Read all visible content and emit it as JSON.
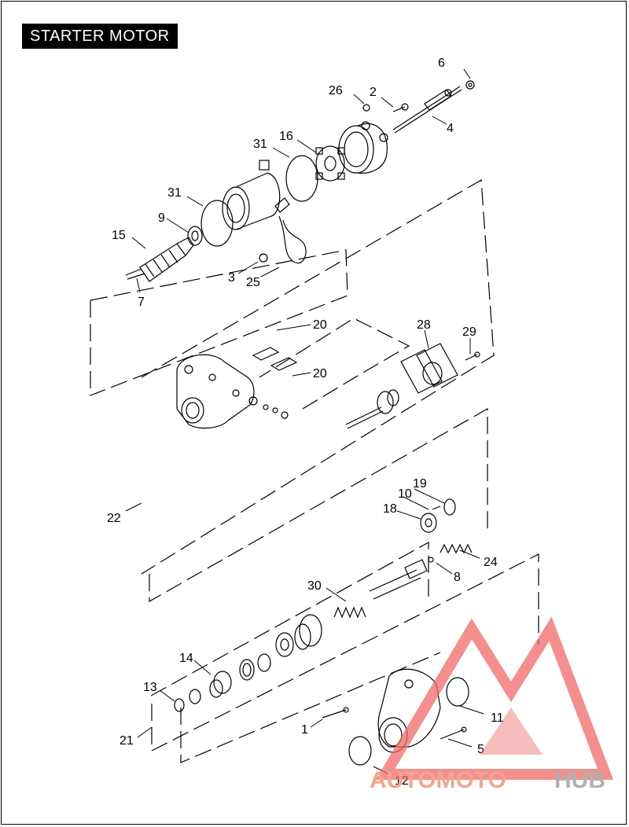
{
  "title": "STARTER MOTOR",
  "callouts": [
    {
      "id": "c6",
      "label": "6"
    },
    {
      "id": "c26",
      "label": "26"
    },
    {
      "id": "c2",
      "label": "2"
    },
    {
      "id": "c4",
      "label": "4"
    },
    {
      "id": "c31a",
      "label": "31"
    },
    {
      "id": "c16",
      "label": "16"
    },
    {
      "id": "c31b",
      "label": "31"
    },
    {
      "id": "c9",
      "label": "9"
    },
    {
      "id": "c15",
      "label": "15"
    },
    {
      "id": "c3",
      "label": "3"
    },
    {
      "id": "c25",
      "label": "25"
    },
    {
      "id": "c7",
      "label": "7"
    },
    {
      "id": "c20a",
      "label": "20"
    },
    {
      "id": "c28",
      "label": "28"
    },
    {
      "id": "c29",
      "label": "29"
    },
    {
      "id": "c20b",
      "label": "20"
    },
    {
      "id": "c22",
      "label": "22"
    },
    {
      "id": "c19",
      "label": "19"
    },
    {
      "id": "c10",
      "label": "10"
    },
    {
      "id": "c18",
      "label": "18"
    },
    {
      "id": "c24",
      "label": "24"
    },
    {
      "id": "c8",
      "label": "8"
    },
    {
      "id": "c30",
      "label": "30"
    },
    {
      "id": "c14",
      "label": "14"
    },
    {
      "id": "c13",
      "label": "13"
    },
    {
      "id": "c11",
      "label": "11"
    },
    {
      "id": "c1",
      "label": "1"
    },
    {
      "id": "c5",
      "label": "5"
    },
    {
      "id": "c21",
      "label": "21"
    },
    {
      "id": "c12",
      "label": "12"
    }
  ],
  "watermark": {
    "part1": "AUTOMOTO",
    "part2": "HUB",
    "color1": "#f2a490",
    "color2": "#b0b0b0",
    "logo_color": "#ef6a6a"
  }
}
